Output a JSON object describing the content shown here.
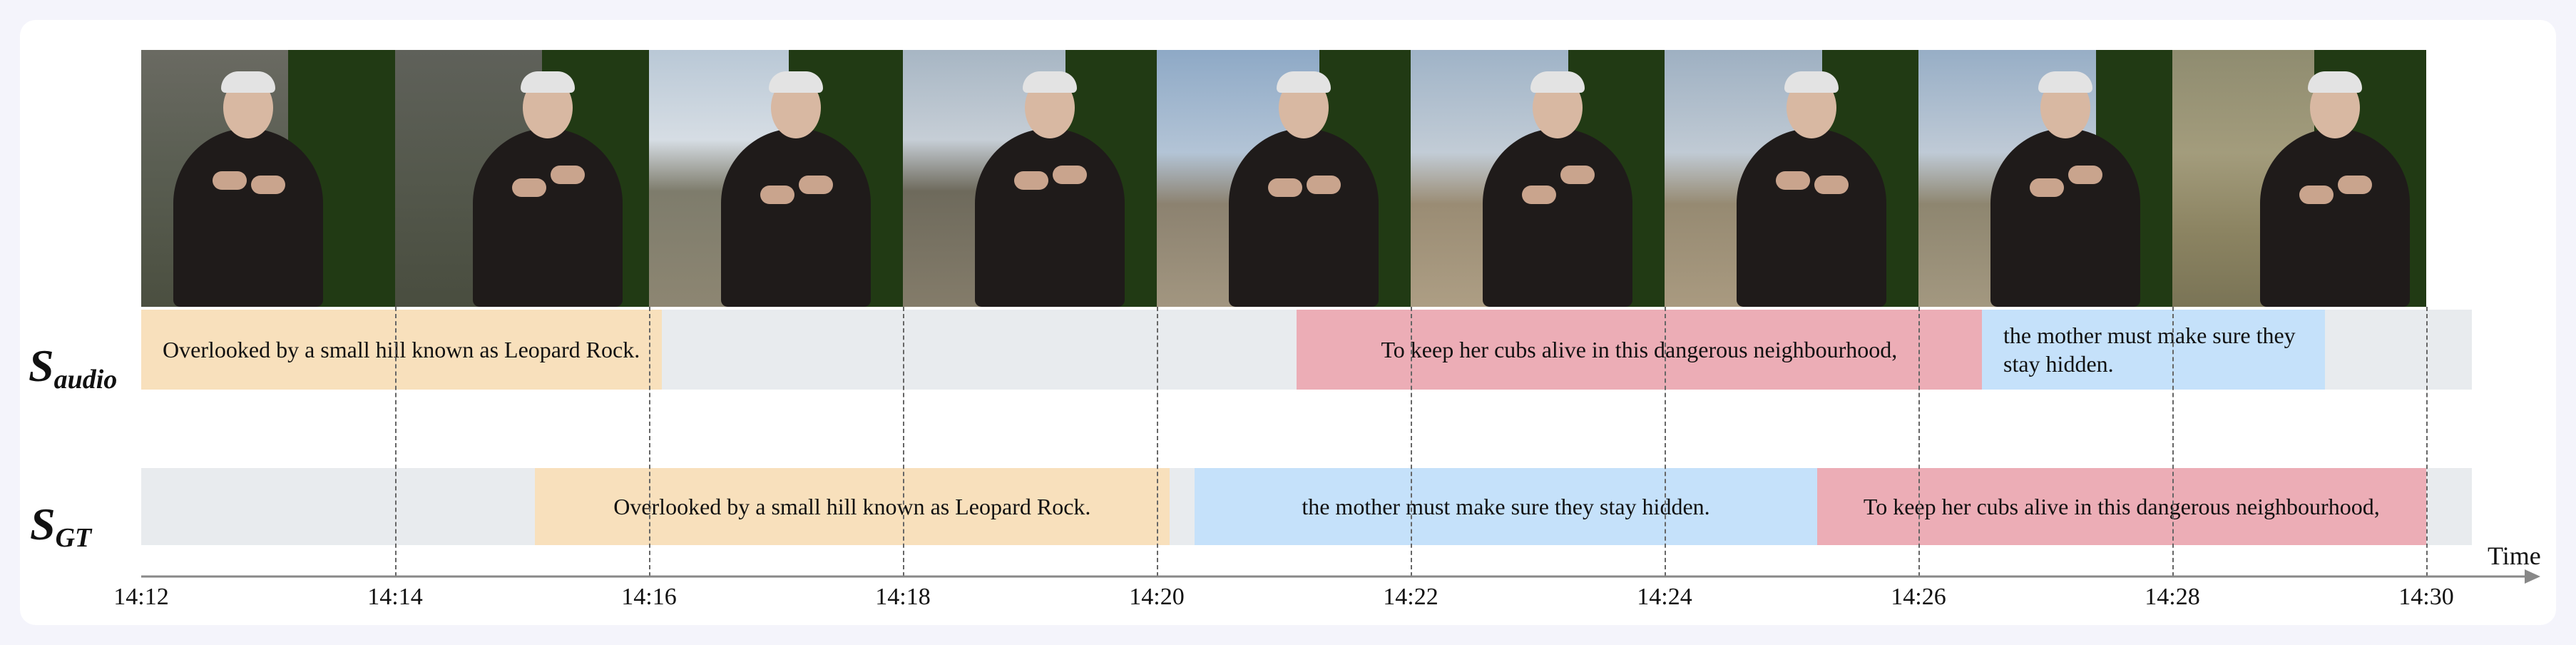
{
  "rows": {
    "audio": {
      "label_main": "S",
      "label_sub": "audio"
    },
    "gt": {
      "label_main": "S",
      "label_sub": "GT"
    }
  },
  "audio_segments": [
    {
      "text": "Overlooked by a small hill known as Leopard Rock.",
      "start": "14:12",
      "end": "14:16.1",
      "color": "#f8e0bc"
    },
    {
      "text": "To keep her cubs alive in this dangerous neighbourhood,",
      "start": "14:21.1",
      "end": "14:26.5",
      "color": "#ecadb6"
    },
    {
      "text": "the mother must make sure they stay hidden.",
      "start": "14:26.5",
      "end": "14:29.2",
      "color": "#c5e1fa"
    }
  ],
  "gt_segments": [
    {
      "text": "Overlooked by a small hill known as Leopard Rock.",
      "start": "14:15.1",
      "end": "14:20.1",
      "color": "#f8e0bc"
    },
    {
      "text": "the mother must make sure they stay hidden.",
      "start": "14:20.3",
      "end": "14:25.2",
      "color": "#c5e1fa"
    },
    {
      "text": "To keep her cubs alive in this dangerous neighbourhood,",
      "start": "14:25.2",
      "end": "14:30",
      "color": "#ecadb6"
    }
  ],
  "axis": {
    "label": "Time",
    "ticks": [
      "14:12",
      "14:14",
      "14:16",
      "14:18",
      "14:20",
      "14:22",
      "14:24",
      "14:26",
      "14:28",
      "14:30"
    ]
  },
  "colors": {
    "track": "#e8ebee",
    "orange": "#f8e0bc",
    "red": "#ecadb6",
    "blue": "#c5e1fa"
  }
}
